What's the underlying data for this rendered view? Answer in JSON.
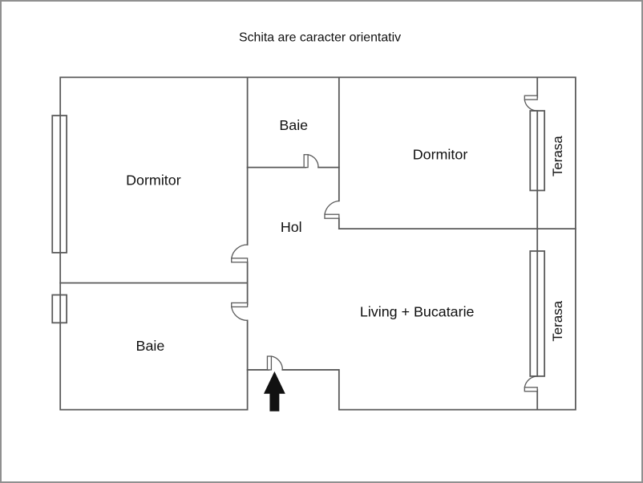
{
  "title": "Schita are caracter orientativ",
  "rooms": {
    "dormitor_left": "Dormitor",
    "baie_top": "Baie",
    "hol": "Hol",
    "dormitor_right": "Dormitor",
    "baie_bottom": "Baie",
    "living": "Living + Bucatarie",
    "terasa_top": "Terasa",
    "terasa_bottom": "Terasa"
  },
  "colors": {
    "wall": "#5a5a5a",
    "text": "#111111",
    "arrow": "#111111",
    "frame": "#909090",
    "background": "#ffffff"
  }
}
